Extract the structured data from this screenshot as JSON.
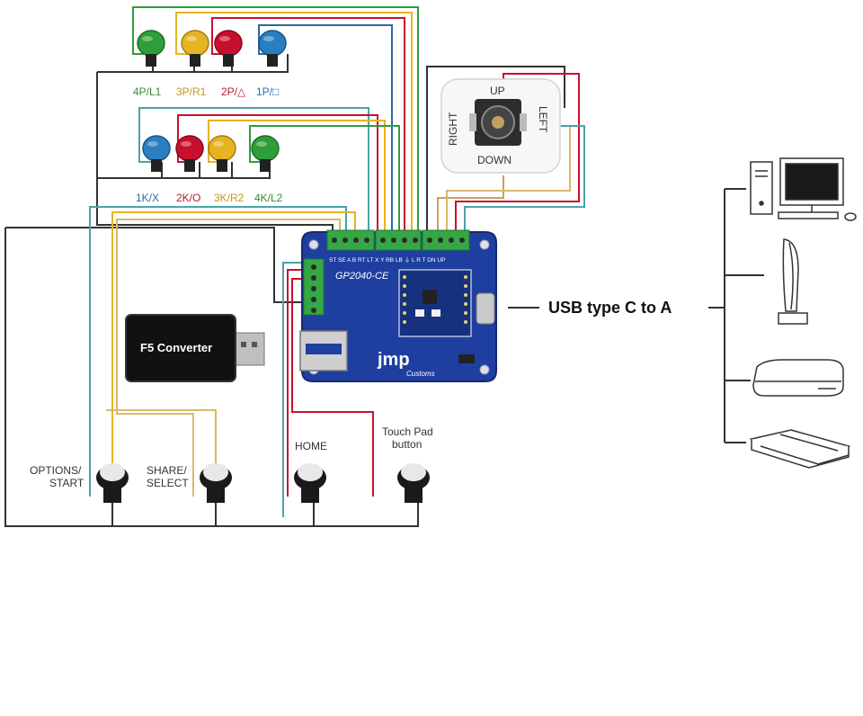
{
  "top_buttons": [
    {
      "label": "4P/L1",
      "color": "#2f9e3a",
      "label_color": "#3a8a3a"
    },
    {
      "label": "3P/R1",
      "color": "#e6b422",
      "label_color": "#c8961e"
    },
    {
      "label": "2P/△",
      "color": "#c8102e",
      "label_color": "#b0202a"
    },
    {
      "label": "1P/□",
      "color": "#2a7fc0",
      "label_color": "#2a6aa8"
    }
  ],
  "mid_buttons": [
    {
      "label": "1K/X",
      "color": "#2a7fc0",
      "label_color": "#2a6aa8"
    },
    {
      "label": "2K/O",
      "color": "#c8102e",
      "label_color": "#b0202a"
    },
    {
      "label": "3K/R2",
      "color": "#e6b422",
      "label_color": "#c8961e"
    },
    {
      "label": "4K/L2",
      "color": "#2f9e3a",
      "label_color": "#3a8a3a"
    }
  ],
  "joystick": {
    "up": "UP",
    "down": "DOWN",
    "left": "LEFT",
    "right": "RIGHT"
  },
  "board": {
    "name": "GP2040-CE",
    "brand": "jmp",
    "brand_sub": "Customs",
    "pins_top": "ST SE A B RT LT X Y RB LB ⏚ L R T DN UP"
  },
  "converter": {
    "label": "F5 Converter"
  },
  "usb_label": "USB type C to A",
  "bottom_buttons": [
    {
      "label_line1": "OPTIONS/",
      "label_line2": "START"
    },
    {
      "label_line1": "SHARE/",
      "label_line2": "SELECT"
    },
    {
      "label_line1": "HOME",
      "label_line2": ""
    },
    {
      "label_line1": "Touch Pad",
      "label_line2": "button"
    }
  ],
  "wire_colors": {
    "black": "#333333",
    "green": "#2f9e3a",
    "yellow": "#e6b422",
    "red": "#c8102e",
    "blue": "#2a6aa8",
    "teal": "#4aa3a8",
    "tan": "#d9b86a"
  },
  "devices": [
    "pc-icon",
    "ps5-icon",
    "ps3-icon",
    "ps4-icon"
  ]
}
